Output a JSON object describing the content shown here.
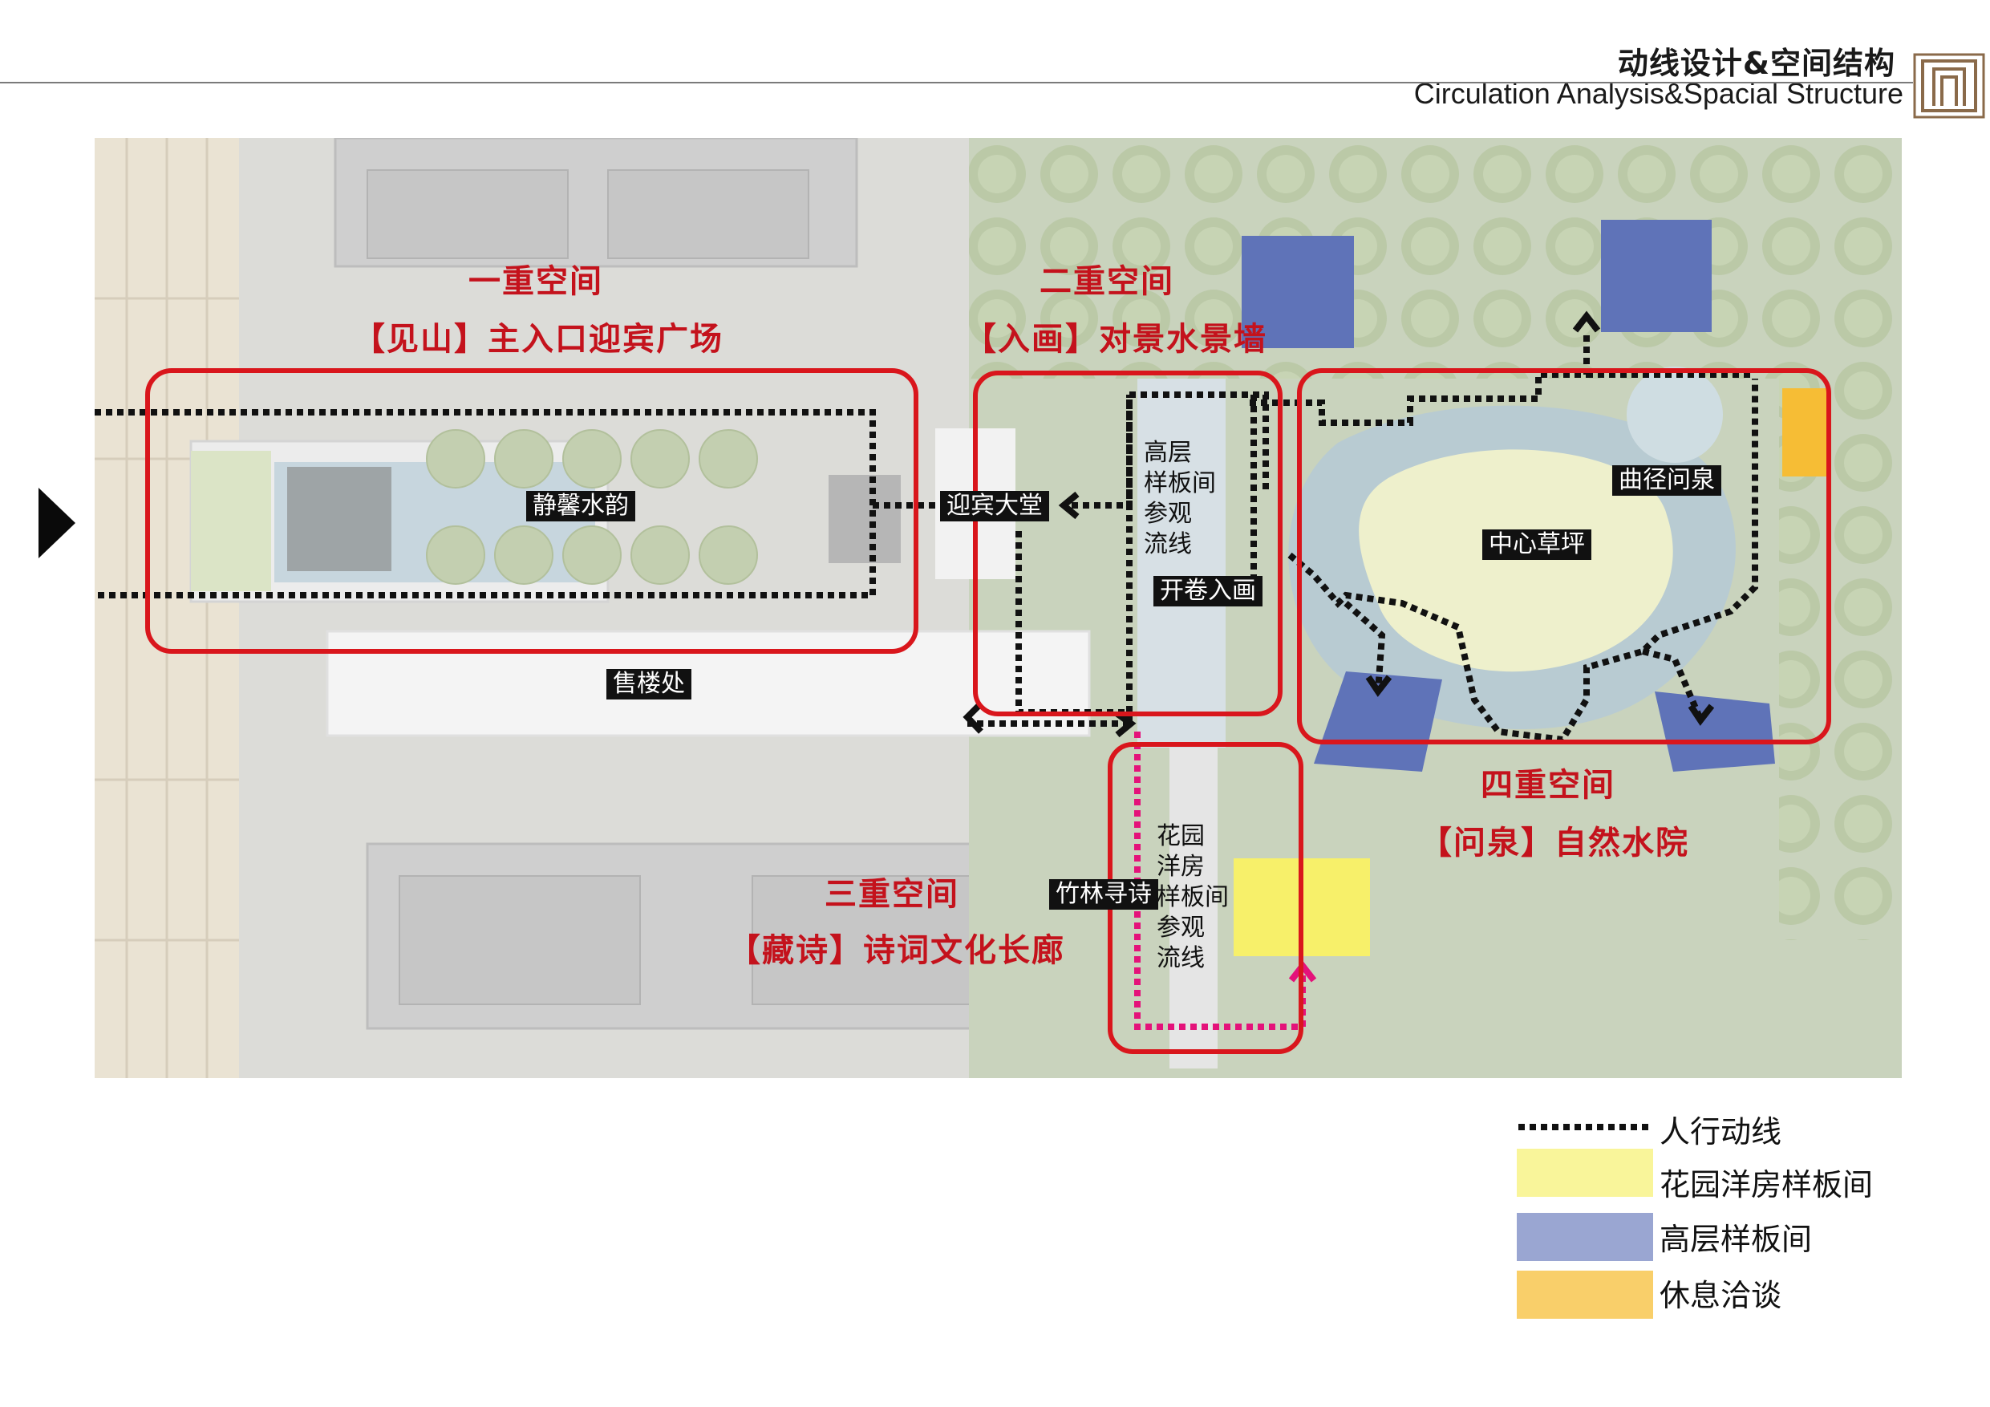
{
  "header": {
    "title_cn": "动线设计&空间结构",
    "title_en": "Circulation Analysis&Spacial Structure"
  },
  "zones": [
    {
      "title": "一重空间",
      "subtitle": "【见山】主入口迎宾广场"
    },
    {
      "title": "二重空间",
      "subtitle": "【入画】对景水景墙"
    },
    {
      "title": "三重空间",
      "subtitle": "【藏诗】诗词文化长廊"
    },
    {
      "title": "四重空间",
      "subtitle": "【问泉】自然水院"
    }
  ],
  "labels": {
    "jingxin": "静馨水韵",
    "yingbin": "迎宾大堂",
    "shoulou": "售楼处",
    "kaijuan": "开卷入画",
    "zhulin": "竹林寻诗",
    "qujing": "曲径问泉",
    "caoping": "中心草坪"
  },
  "route_notes": {
    "highrise": [
      "高层",
      "样板间",
      "参观",
      "流线"
    ],
    "garden": [
      "花园",
      "洋房",
      "样板间",
      "参观",
      "流线"
    ]
  },
  "legend": [
    {
      "label": "人行动线",
      "swatch": "dotted-line",
      "color": "#111111"
    },
    {
      "label": "花园洋房样板间",
      "swatch": "box",
      "color": "#f9f59a"
    },
    {
      "label": "高层样板间",
      "swatch": "box",
      "color": "#9aa6d2"
    },
    {
      "label": "休息洽谈",
      "swatch": "box",
      "color": "#f9cf6a"
    }
  ],
  "colors": {
    "zone_outline": "#d9161c",
    "zone_text": "#c4121c",
    "route": "#111111",
    "garden_route": "#e4127a",
    "highrise_block": "#5f73b8",
    "garden_block": "#f7f06a",
    "rest_block": "#f6bd35"
  }
}
